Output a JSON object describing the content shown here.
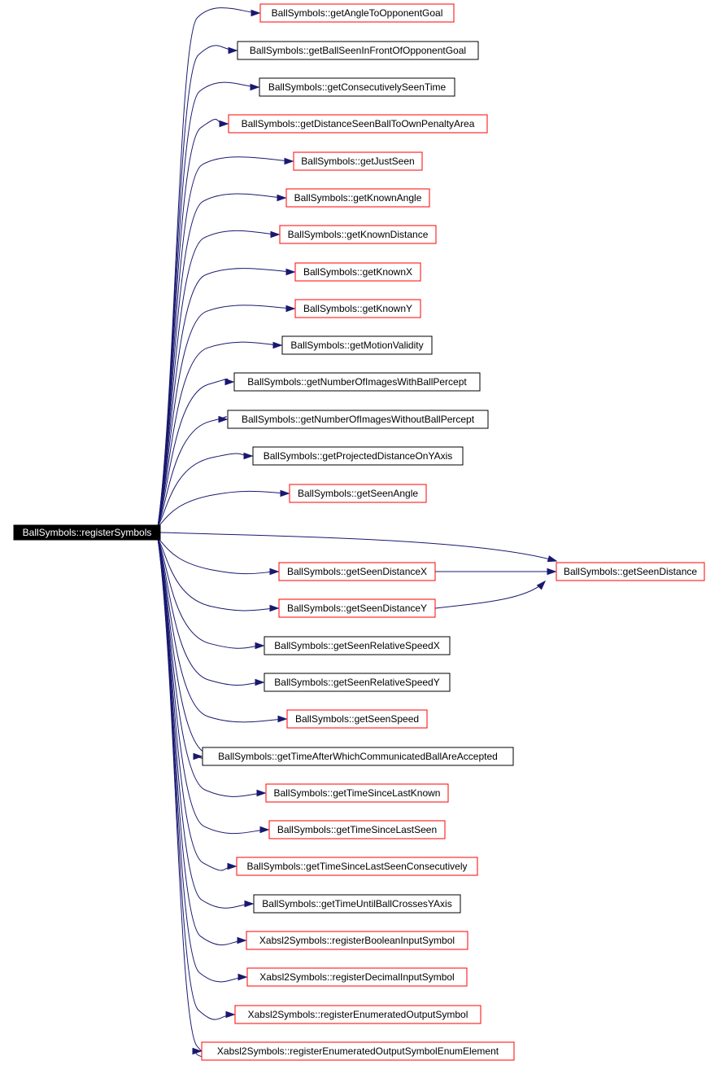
{
  "graph": {
    "colors": {
      "edge": "#191970",
      "border_linked_documented": "#ff0000",
      "border_plain": "#000000",
      "root_fill": "#000000",
      "root_text": "#ffffff",
      "node_fill": "#ffffff",
      "node_text": "#000000"
    },
    "root": {
      "id": "root",
      "label": "BallSymbols::registerSymbols"
    },
    "nodes": [
      {
        "id": "n0",
        "label": "BallSymbols::getAngleToOpponentGoal",
        "border": "red"
      },
      {
        "id": "n1",
        "label": "BallSymbols::getBallSeenInFrontOfOpponentGoal",
        "border": "black"
      },
      {
        "id": "n2",
        "label": "BallSymbols::getConsecutivelySeenTime",
        "border": "black"
      },
      {
        "id": "n3",
        "label": "BallSymbols::getDistanceSeenBallToOwnPenaltyArea",
        "border": "red"
      },
      {
        "id": "n4",
        "label": "BallSymbols::getJustSeen",
        "border": "red"
      },
      {
        "id": "n5",
        "label": "BallSymbols::getKnownAngle",
        "border": "red"
      },
      {
        "id": "n6",
        "label": "BallSymbols::getKnownDistance",
        "border": "red"
      },
      {
        "id": "n7",
        "label": "BallSymbols::getKnownX",
        "border": "red"
      },
      {
        "id": "n8",
        "label": "BallSymbols::getKnownY",
        "border": "red"
      },
      {
        "id": "n9",
        "label": "BallSymbols::getMotionValidity",
        "border": "black"
      },
      {
        "id": "n10",
        "label": "BallSymbols::getNumberOfImagesWithBallPercept",
        "border": "black"
      },
      {
        "id": "n11",
        "label": "BallSymbols::getNumberOfImagesWithoutBallPercept",
        "border": "black"
      },
      {
        "id": "n12",
        "label": "BallSymbols::getProjectedDistanceOnYAxis",
        "border": "black"
      },
      {
        "id": "n13",
        "label": "BallSymbols::getSeenAngle",
        "border": "red"
      },
      {
        "id": "n14",
        "label": "BallSymbols::getSeenDistanceX",
        "border": "red"
      },
      {
        "id": "n15",
        "label": "BallSymbols::getSeenDistanceY",
        "border": "red"
      },
      {
        "id": "n16",
        "label": "BallSymbols::getSeenRelativeSpeedX",
        "border": "black"
      },
      {
        "id": "n17",
        "label": "BallSymbols::getSeenRelativeSpeedY",
        "border": "black"
      },
      {
        "id": "n18",
        "label": "BallSymbols::getSeenSpeed",
        "border": "red"
      },
      {
        "id": "n19",
        "label": "BallSymbols::getTimeAfterWhichCommunicatedBallAreAccepted",
        "border": "black"
      },
      {
        "id": "n20",
        "label": "BallSymbols::getTimeSinceLastKnown",
        "border": "red"
      },
      {
        "id": "n21",
        "label": "BallSymbols::getTimeSinceLastSeen",
        "border": "red"
      },
      {
        "id": "n22",
        "label": "BallSymbols::getTimeSinceLastSeenConsecutively",
        "border": "red"
      },
      {
        "id": "n23",
        "label": "BallSymbols::getTimeUntilBallCrossesYAxis",
        "border": "black"
      },
      {
        "id": "n24",
        "label": "Xabsl2Symbols::registerBooleanInputSymbol",
        "border": "red"
      },
      {
        "id": "n25",
        "label": "Xabsl2Symbols::registerDecimalInputSymbol",
        "border": "red"
      },
      {
        "id": "n26",
        "label": "Xabsl2Symbols::registerEnumeratedOutputSymbol",
        "border": "red"
      },
      {
        "id": "n27",
        "label": "Xabsl2Symbols::registerEnumeratedOutputSymbolEnumElement",
        "border": "red"
      },
      {
        "id": "n28",
        "label": "BallSymbols::getSeenDistance",
        "border": "red"
      }
    ],
    "edges": [
      {
        "from": "root",
        "to": "n0"
      },
      {
        "from": "root",
        "to": "n1"
      },
      {
        "from": "root",
        "to": "n2"
      },
      {
        "from": "root",
        "to": "n3"
      },
      {
        "from": "root",
        "to": "n4"
      },
      {
        "from": "root",
        "to": "n5"
      },
      {
        "from": "root",
        "to": "n6"
      },
      {
        "from": "root",
        "to": "n7"
      },
      {
        "from": "root",
        "to": "n8"
      },
      {
        "from": "root",
        "to": "n9"
      },
      {
        "from": "root",
        "to": "n10"
      },
      {
        "from": "root",
        "to": "n11"
      },
      {
        "from": "root",
        "to": "n12"
      },
      {
        "from": "root",
        "to": "n13"
      },
      {
        "from": "root",
        "to": "n28"
      },
      {
        "from": "root",
        "to": "n14"
      },
      {
        "from": "root",
        "to": "n15"
      },
      {
        "from": "root",
        "to": "n16"
      },
      {
        "from": "root",
        "to": "n17"
      },
      {
        "from": "root",
        "to": "n18"
      },
      {
        "from": "root",
        "to": "n19"
      },
      {
        "from": "root",
        "to": "n20"
      },
      {
        "from": "root",
        "to": "n21"
      },
      {
        "from": "root",
        "to": "n22"
      },
      {
        "from": "root",
        "to": "n23"
      },
      {
        "from": "root",
        "to": "n24"
      },
      {
        "from": "root",
        "to": "n25"
      },
      {
        "from": "root",
        "to": "n26"
      },
      {
        "from": "root",
        "to": "n27"
      },
      {
        "from": "n14",
        "to": "n28"
      },
      {
        "from": "n15",
        "to": "n28"
      }
    ]
  }
}
